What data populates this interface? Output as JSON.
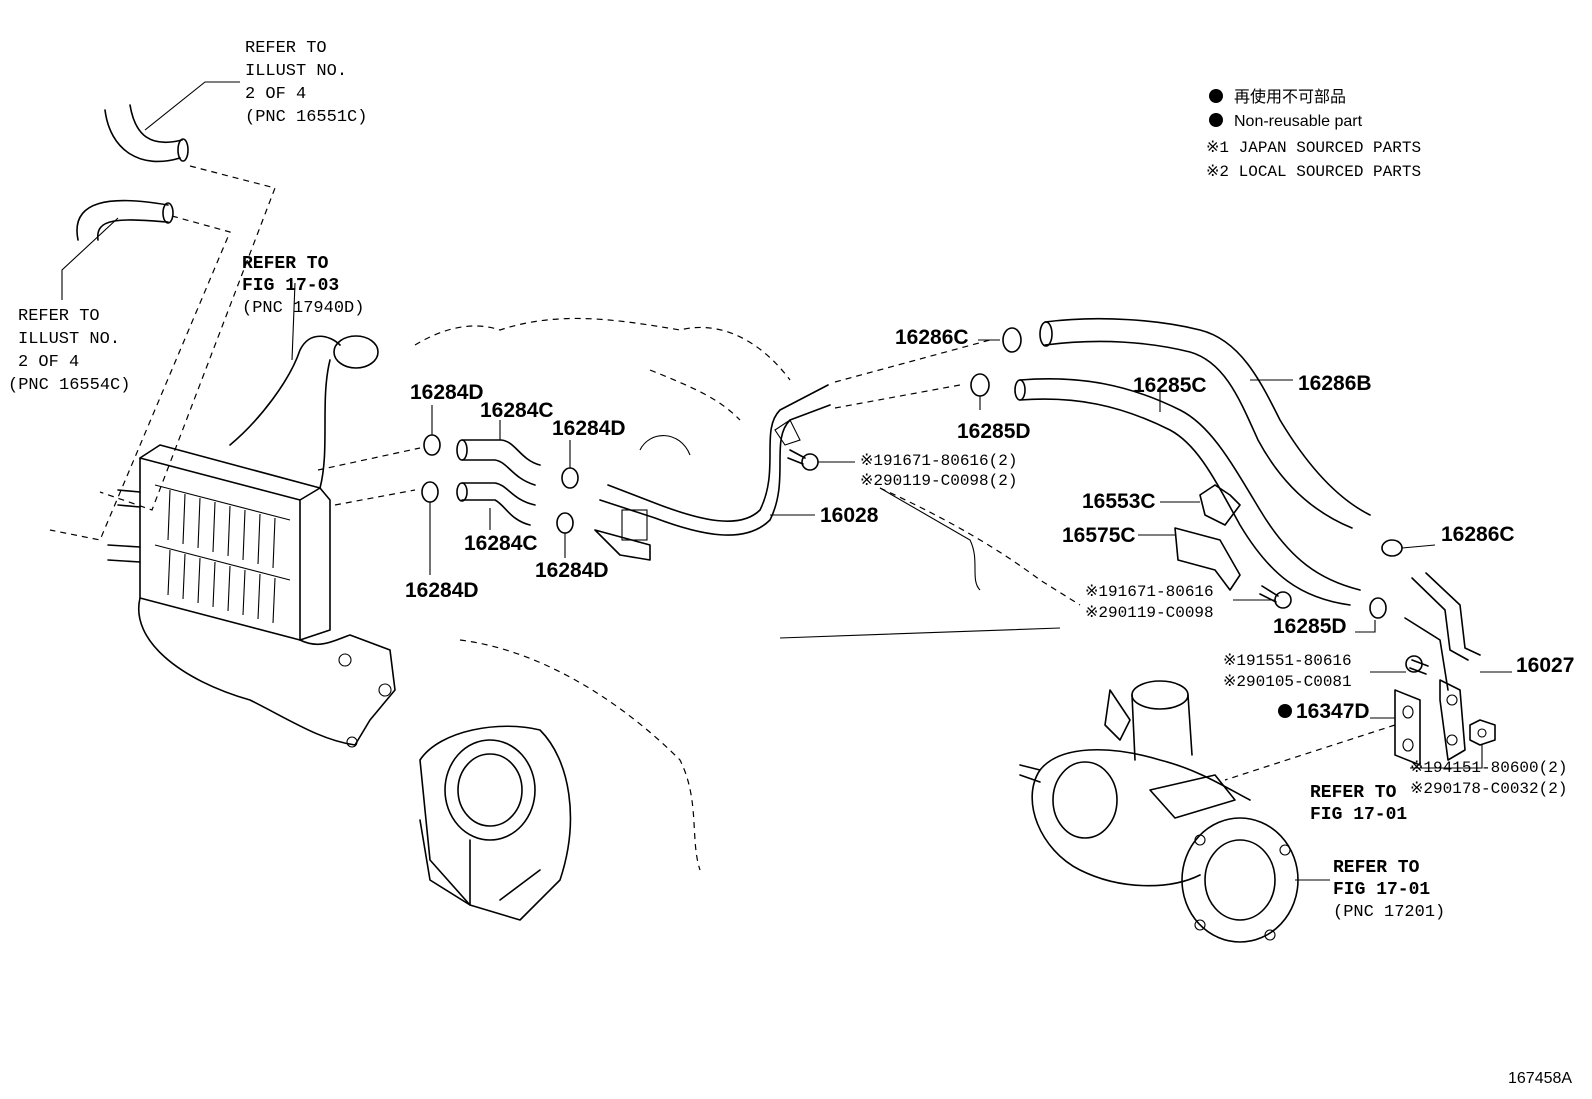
{
  "legend": {
    "non_reusable_jp": "再使用不可部品",
    "non_reusable_en": "Non-reusable part",
    "note1": "※1 JAPAN SOURCED PARTS",
    "note2": "※2 LOCAL SOURCED PARTS"
  },
  "refs": {
    "illust_top": [
      "REFER TO",
      "ILLUST NO.",
      "2 OF 4",
      "(PNC 16551C)"
    ],
    "illust_left": [
      "REFER TO",
      "ILLUST NO.",
      "2 OF 4",
      "(PNC 16554C)"
    ],
    "fig_1703": [
      "REFER TO",
      "FIG 17-03",
      "(PNC 17940D)"
    ],
    "fig_1701_a": [
      "REFER TO",
      "FIG 17-01"
    ],
    "fig_1701_b": [
      "REFER TO",
      "FIG 17-01",
      "(PNC 17201)"
    ]
  },
  "parts": {
    "p16284D_a": "16284D",
    "p16284C_a": "16284C",
    "p16284D_b": "16284D",
    "p16284C_b": "16284C",
    "p16284D_c": "16284D",
    "p16284D_d": "16284D",
    "p16286C_a": "16286C",
    "p16285D_a": "16285D",
    "p16285C": "16285C",
    "p16286B": "16286B",
    "p16028": "16028",
    "p16553C": "16553C",
    "p16575C": "16575C",
    "p16286C_b": "16286C",
    "p16285D_b": "16285D",
    "p16027": "16027",
    "p16347D": "16347D"
  },
  "codes": {
    "bolt1_a": "※191671-80616(2)",
    "bolt1_b": "※290119-C0098(2)",
    "bolt2_a": "※191671-80616",
    "bolt2_b": "※290119-C0098",
    "bolt3_a": "※191551-80616",
    "bolt3_b": "※290105-C0081",
    "nut_a": "※194151-80600(2)",
    "nut_b": "※290178-C0032(2)"
  },
  "illustration_id": "167458A"
}
